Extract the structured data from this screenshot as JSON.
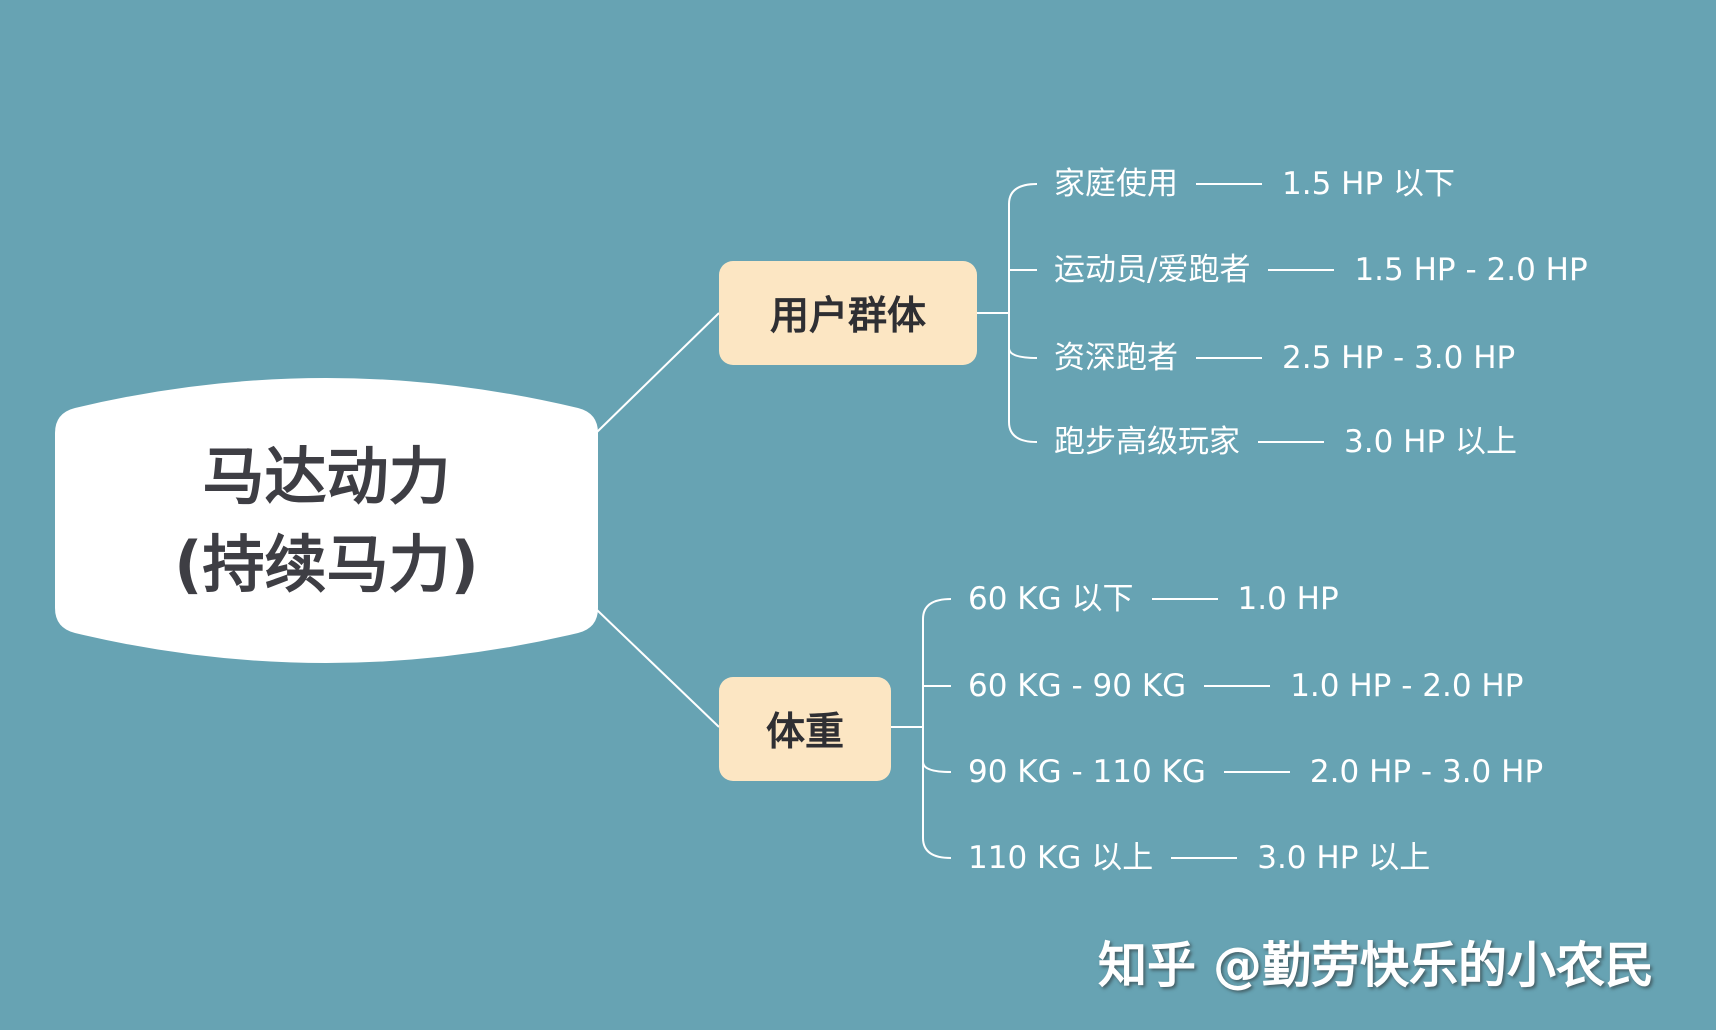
{
  "colors": {
    "background": "#67a3b3",
    "root_fill": "#ffffff",
    "branch_fill": "#fce6c3",
    "line": "#ffffff"
  },
  "root": {
    "line1": "马达动力",
    "line2": "(持续马力)"
  },
  "branches": [
    {
      "label": "用户群体",
      "items": [
        {
          "label": "家庭使用",
          "value": "1.5 HP 以下"
        },
        {
          "label": "运动员/爱跑者",
          "value": "1.5 HP - 2.0 HP"
        },
        {
          "label": "资深跑者",
          "value": "2.5 HP - 3.0 HP"
        },
        {
          "label": "跑步高级玩家",
          "value": "3.0 HP 以上"
        }
      ]
    },
    {
      "label": "体重",
      "items": [
        {
          "label": "60 KG 以下",
          "value": "1.0 HP"
        },
        {
          "label": "60 KG - 90 KG",
          "value": "1.0 HP - 2.0 HP"
        },
        {
          "label": "90 KG - 110 KG",
          "value": "2.0 HP - 3.0 HP"
        },
        {
          "label": "110 KG 以上",
          "value": "3.0 HP 以上"
        }
      ]
    }
  ],
  "watermark": "知乎 @勤劳快乐的小农民"
}
